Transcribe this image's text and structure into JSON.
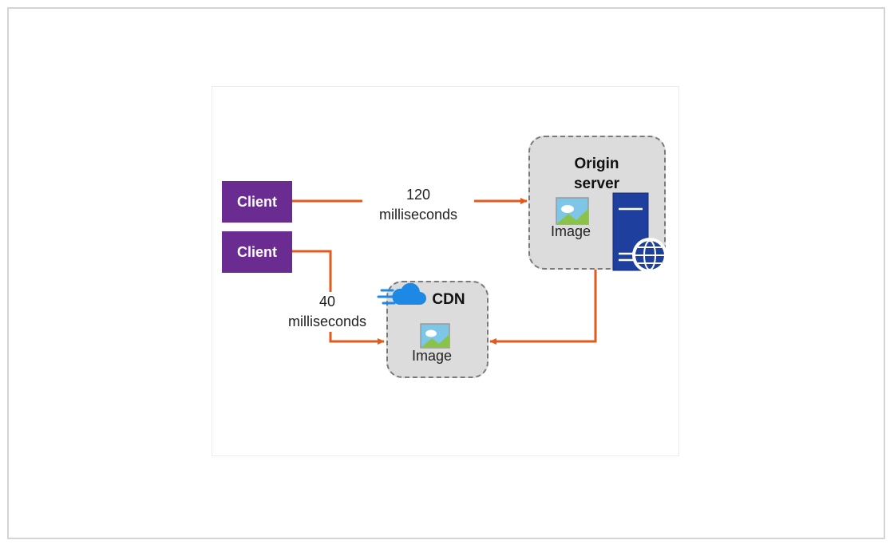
{
  "clients": [
    {
      "label": "Client"
    },
    {
      "label": "Client"
    }
  ],
  "origin": {
    "title_line1": "Origin",
    "title_line2": "server",
    "image_label": "Image"
  },
  "cdn": {
    "title": "CDN",
    "image_label": "Image"
  },
  "latency_origin": {
    "value": "120",
    "unit": "milliseconds"
  },
  "latency_cdn": {
    "value": "40",
    "unit": "milliseconds"
  },
  "colors": {
    "client": "#6b2c91",
    "arrow": "#e25a1c",
    "server": "#1f3f9e",
    "cloud": "#1e88e5"
  }
}
